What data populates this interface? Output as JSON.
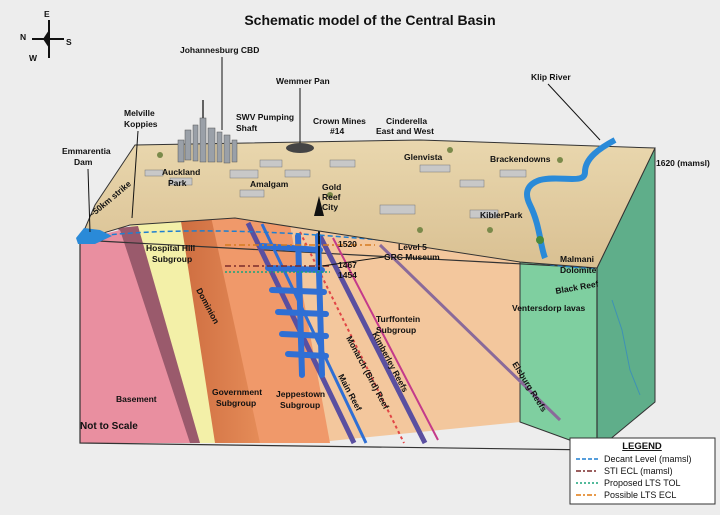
{
  "title": "Schematic model of the Central Basin",
  "compass": {
    "n": "N",
    "e": "E",
    "s": "S",
    "w": "W"
  },
  "surface_labels": {
    "johannesburg_cbd": "Johannesburg CBD",
    "wemmer_pan": "Wemmer Pan",
    "klip_river": "Klip River",
    "melville_line1": "Melville",
    "melville_line2": "Koppies",
    "swv_line1": "SWV Pumping",
    "swv_line2": "Shaft",
    "crown_line1": "Crown Mines",
    "crown_line2": "#14",
    "cinderella_line1": "Cinderella",
    "cinderella_line2": "East and West",
    "emmarentia_line1": "Emmarentia",
    "emmarentia_line2": "Dam",
    "auckland_line1": "Auckland",
    "auckland_line2": "Park",
    "amalgam": "Amalgam",
    "gold_line1": "Gold",
    "gold_line2": "Reef",
    "gold_line3": "City",
    "glenvista": "Glenvista",
    "brackendowns": "Brackendowns",
    "kiblerpark": "KiblerPark",
    "strike": "~50km strike",
    "elevation": "1620 (mamsl)"
  },
  "subsurface_labels": {
    "level1520": "1520",
    "level1467": "1467",
    "level1454": "1454",
    "level5_line1": "Level 5",
    "level5_line2": "GRC Museum",
    "hospital_line1": "Hospital Hill",
    "hospital_line2": "Subgroup",
    "dominion": "Dominion",
    "malmani_line1": "Malmani",
    "malmani_line2": "Dolomite",
    "black_reef": "Black Reef",
    "ventersdorp": "Ventersdorp lavas",
    "turffontein_line1": "Turffontein",
    "turffontein_line2": "Subgroup",
    "basement": "Basement",
    "government_line1": "Government",
    "government_line2": "Subgroup",
    "jeppestown_line1": "Jeppestown",
    "jeppestown_line2": "Subgroup",
    "main_reef": "Main Reef",
    "monarch": "Monarch (Bird) Reef",
    "kimberley": "Kimberley Reefs",
    "elsburg": "Elsburg Reefs"
  },
  "note": "Not to Scale",
  "legend": {
    "title": "LEGEND",
    "items": [
      {
        "label": "Decant Level (mamsl)",
        "color": "#1f7fd0",
        "style": "dashed"
      },
      {
        "label": "STI ECL (mamsl)",
        "color": "#7a2a2a",
        "style": "dashdot"
      },
      {
        "label": "Proposed LTS TOL",
        "color": "#1aa37a",
        "style": "dotted"
      },
      {
        "label": "Possible LTS ECL",
        "color": "#e07a10",
        "style": "dashdot"
      }
    ]
  },
  "colors": {
    "basement": "#e98fa0",
    "dominion": "#9a5a6c",
    "hospital_hill": "#f3f0a8",
    "government": "#d87a4a",
    "jeppestown": "#f09a6a",
    "turffontein": "#f3c79d",
    "ventersdorp": "#7fcfa0",
    "surface": "#e6d2a8",
    "water": "#2a8ad8",
    "shaft": "#2f6fd4"
  }
}
